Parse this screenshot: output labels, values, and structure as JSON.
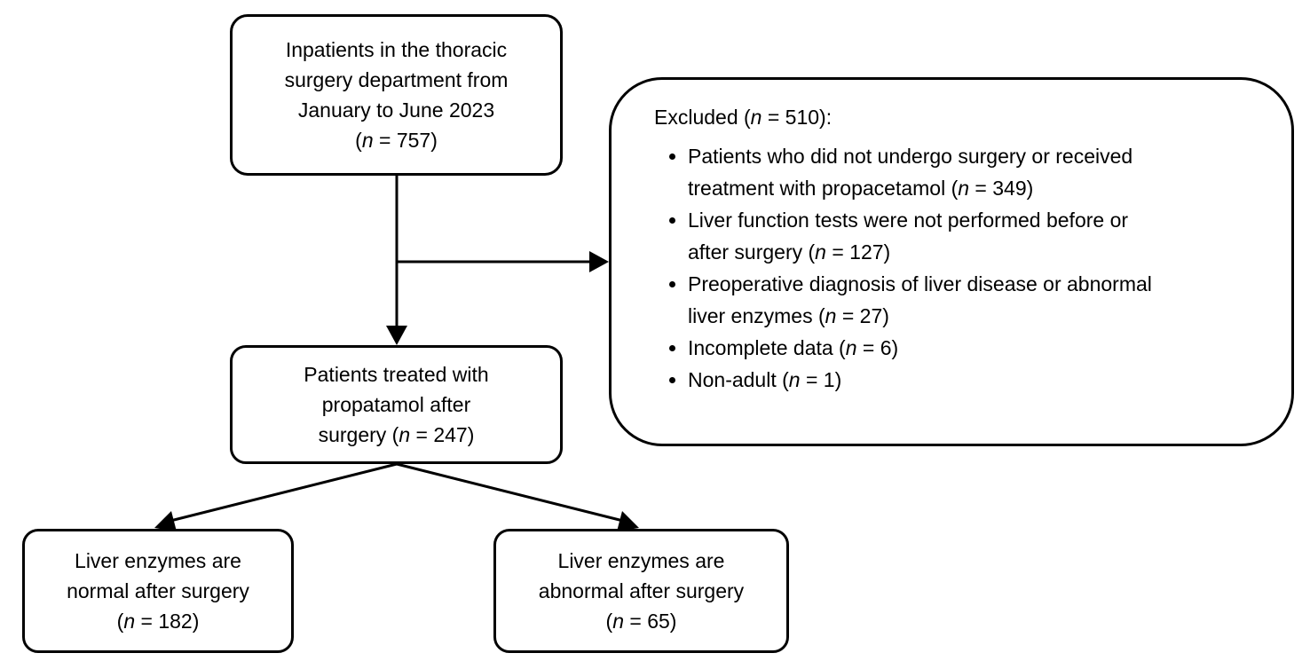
{
  "diagram": {
    "top_box": {
      "lines": [
        "Inpatients in the thoracic",
        "surgery department from",
        "January to June 2023"
      ],
      "n_open": "(",
      "n_letter": "n",
      "n_value": " = 757)"
    },
    "middle_box": {
      "lines": [
        "Patients treated with",
        "propatamol after"
      ],
      "last_prefix": "surgery (",
      "n_letter": "n",
      "n_value": " = 247)"
    },
    "left_box": {
      "lines": [
        "Liver enzymes are",
        "normal after surgery"
      ],
      "n_open": "(",
      "n_letter": "n",
      "n_value": " = 182)"
    },
    "right_box": {
      "lines": [
        "Liver enzymes are",
        "abnormal after surgery"
      ],
      "n_open": "(",
      "n_letter": "n",
      "n_value": " = 65)"
    },
    "excluded_box": {
      "title_prefix": "Excluded (",
      "title_n": "n",
      "title_suffix": " = 510):",
      "items": [
        {
          "line1": "Patients who did not undergo surgery or received",
          "line2_prefix": "treatment with propacetamol (",
          "n": "n",
          "suffix": " = 349)"
        },
        {
          "line1": "Liver function tests were not performed before or",
          "line2_prefix": "after surgery (",
          "n": "n",
          "suffix": " = 127)"
        },
        {
          "line1": "Preoperative diagnosis of liver disease or abnormal",
          "line2_prefix": "liver enzymes (",
          "n": "n",
          "suffix": " = 27)"
        },
        {
          "line1": "",
          "line2_prefix": "Incomplete data (",
          "n": "n",
          "suffix": " = 6)"
        },
        {
          "line1": "",
          "line2_prefix": "Non-adult (",
          "n": "n",
          "suffix": " = 1)"
        }
      ]
    },
    "colors": {
      "stroke": "#000000",
      "background": "#ffffff"
    }
  }
}
